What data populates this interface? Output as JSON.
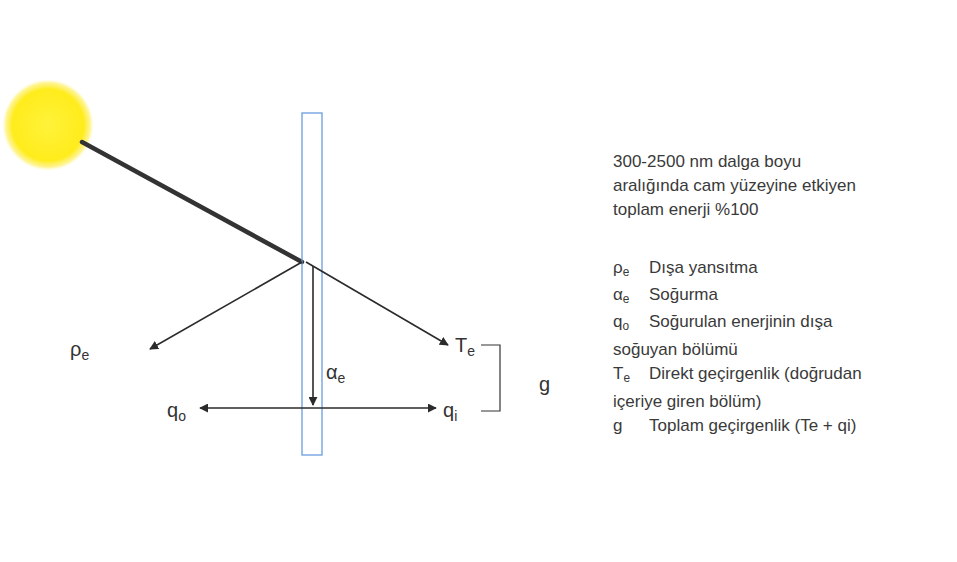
{
  "diagram": {
    "labels": [
      "ρe",
      "αe",
      "Te",
      "g",
      "qo",
      "qi",
      "300-2500 nm dalga boyu aralığında cam yüzeyine etkiyen toplam enerji %100",
      "ρe",
      "Dışa yansıtma",
      "αe",
      "Soğurma",
      "qo",
      "Soğurulan enerjinin dışa soğuyan bölümü",
      "Te",
      "Direkt geçirgenlik (doğrudan içeriye giren bölüm)",
      "g",
      "Toplam geçirgenlik (Te + qi)"
    ]
  }
}
